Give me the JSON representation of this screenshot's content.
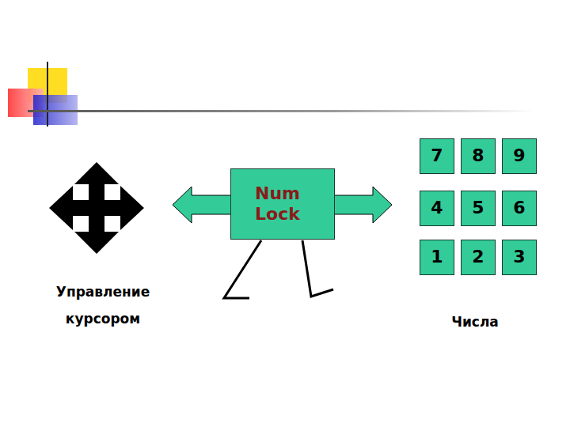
{
  "diagram": {
    "nodes": [
      {
        "text": [
          "Num Lock"
        ]
      },
      {
        "text": [
          "7"
        ]
      },
      {
        "text": [
          "8"
        ]
      },
      {
        "text": [
          "9"
        ]
      },
      {
        "text": [
          "4"
        ]
      },
      {
        "text": [
          "5"
        ]
      },
      {
        "text": [
          "6"
        ]
      },
      {
        "text": [
          "1"
        ]
      },
      {
        "text": [
          "2"
        ]
      },
      {
        "text": [
          "3"
        ]
      }
    ],
    "labels": [
      "Управление курсором",
      "Числа"
    ]
  }
}
